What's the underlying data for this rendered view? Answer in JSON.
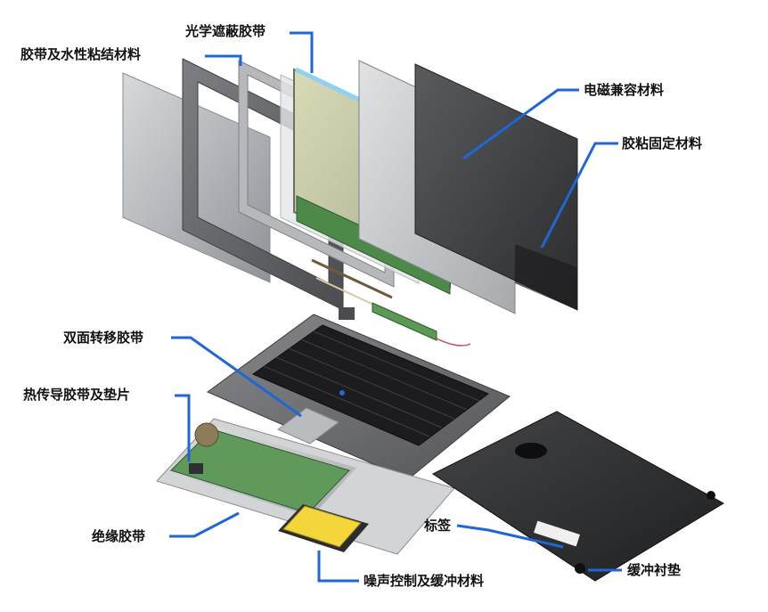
{
  "labels": {
    "optical_masking_tape": "光学遮蔽胶带",
    "tape_waterborne_adhesive": "胶带及水性粘结材料",
    "emi_material": "电磁兼容材料",
    "adhesive_fixing_material": "胶粘固定材料",
    "double_sided_transfer_tape": "双面转移胶带",
    "thermal_tape_pad": "热传导胶带及垫片",
    "insulation_tape": "绝缘胶带",
    "label": "标签",
    "noise_cushion_material": "噪声控制及缓冲材料",
    "cushion_pad": "缓冲衬垫"
  },
  "colors": {
    "callout_line": "#1f66d6",
    "text": "#111111",
    "casing_dark": "#3a3a3c",
    "pcb_green": "#5f9a5a",
    "keyboard_gray": "#6e6e72",
    "glass": "#b9bdc0"
  }
}
